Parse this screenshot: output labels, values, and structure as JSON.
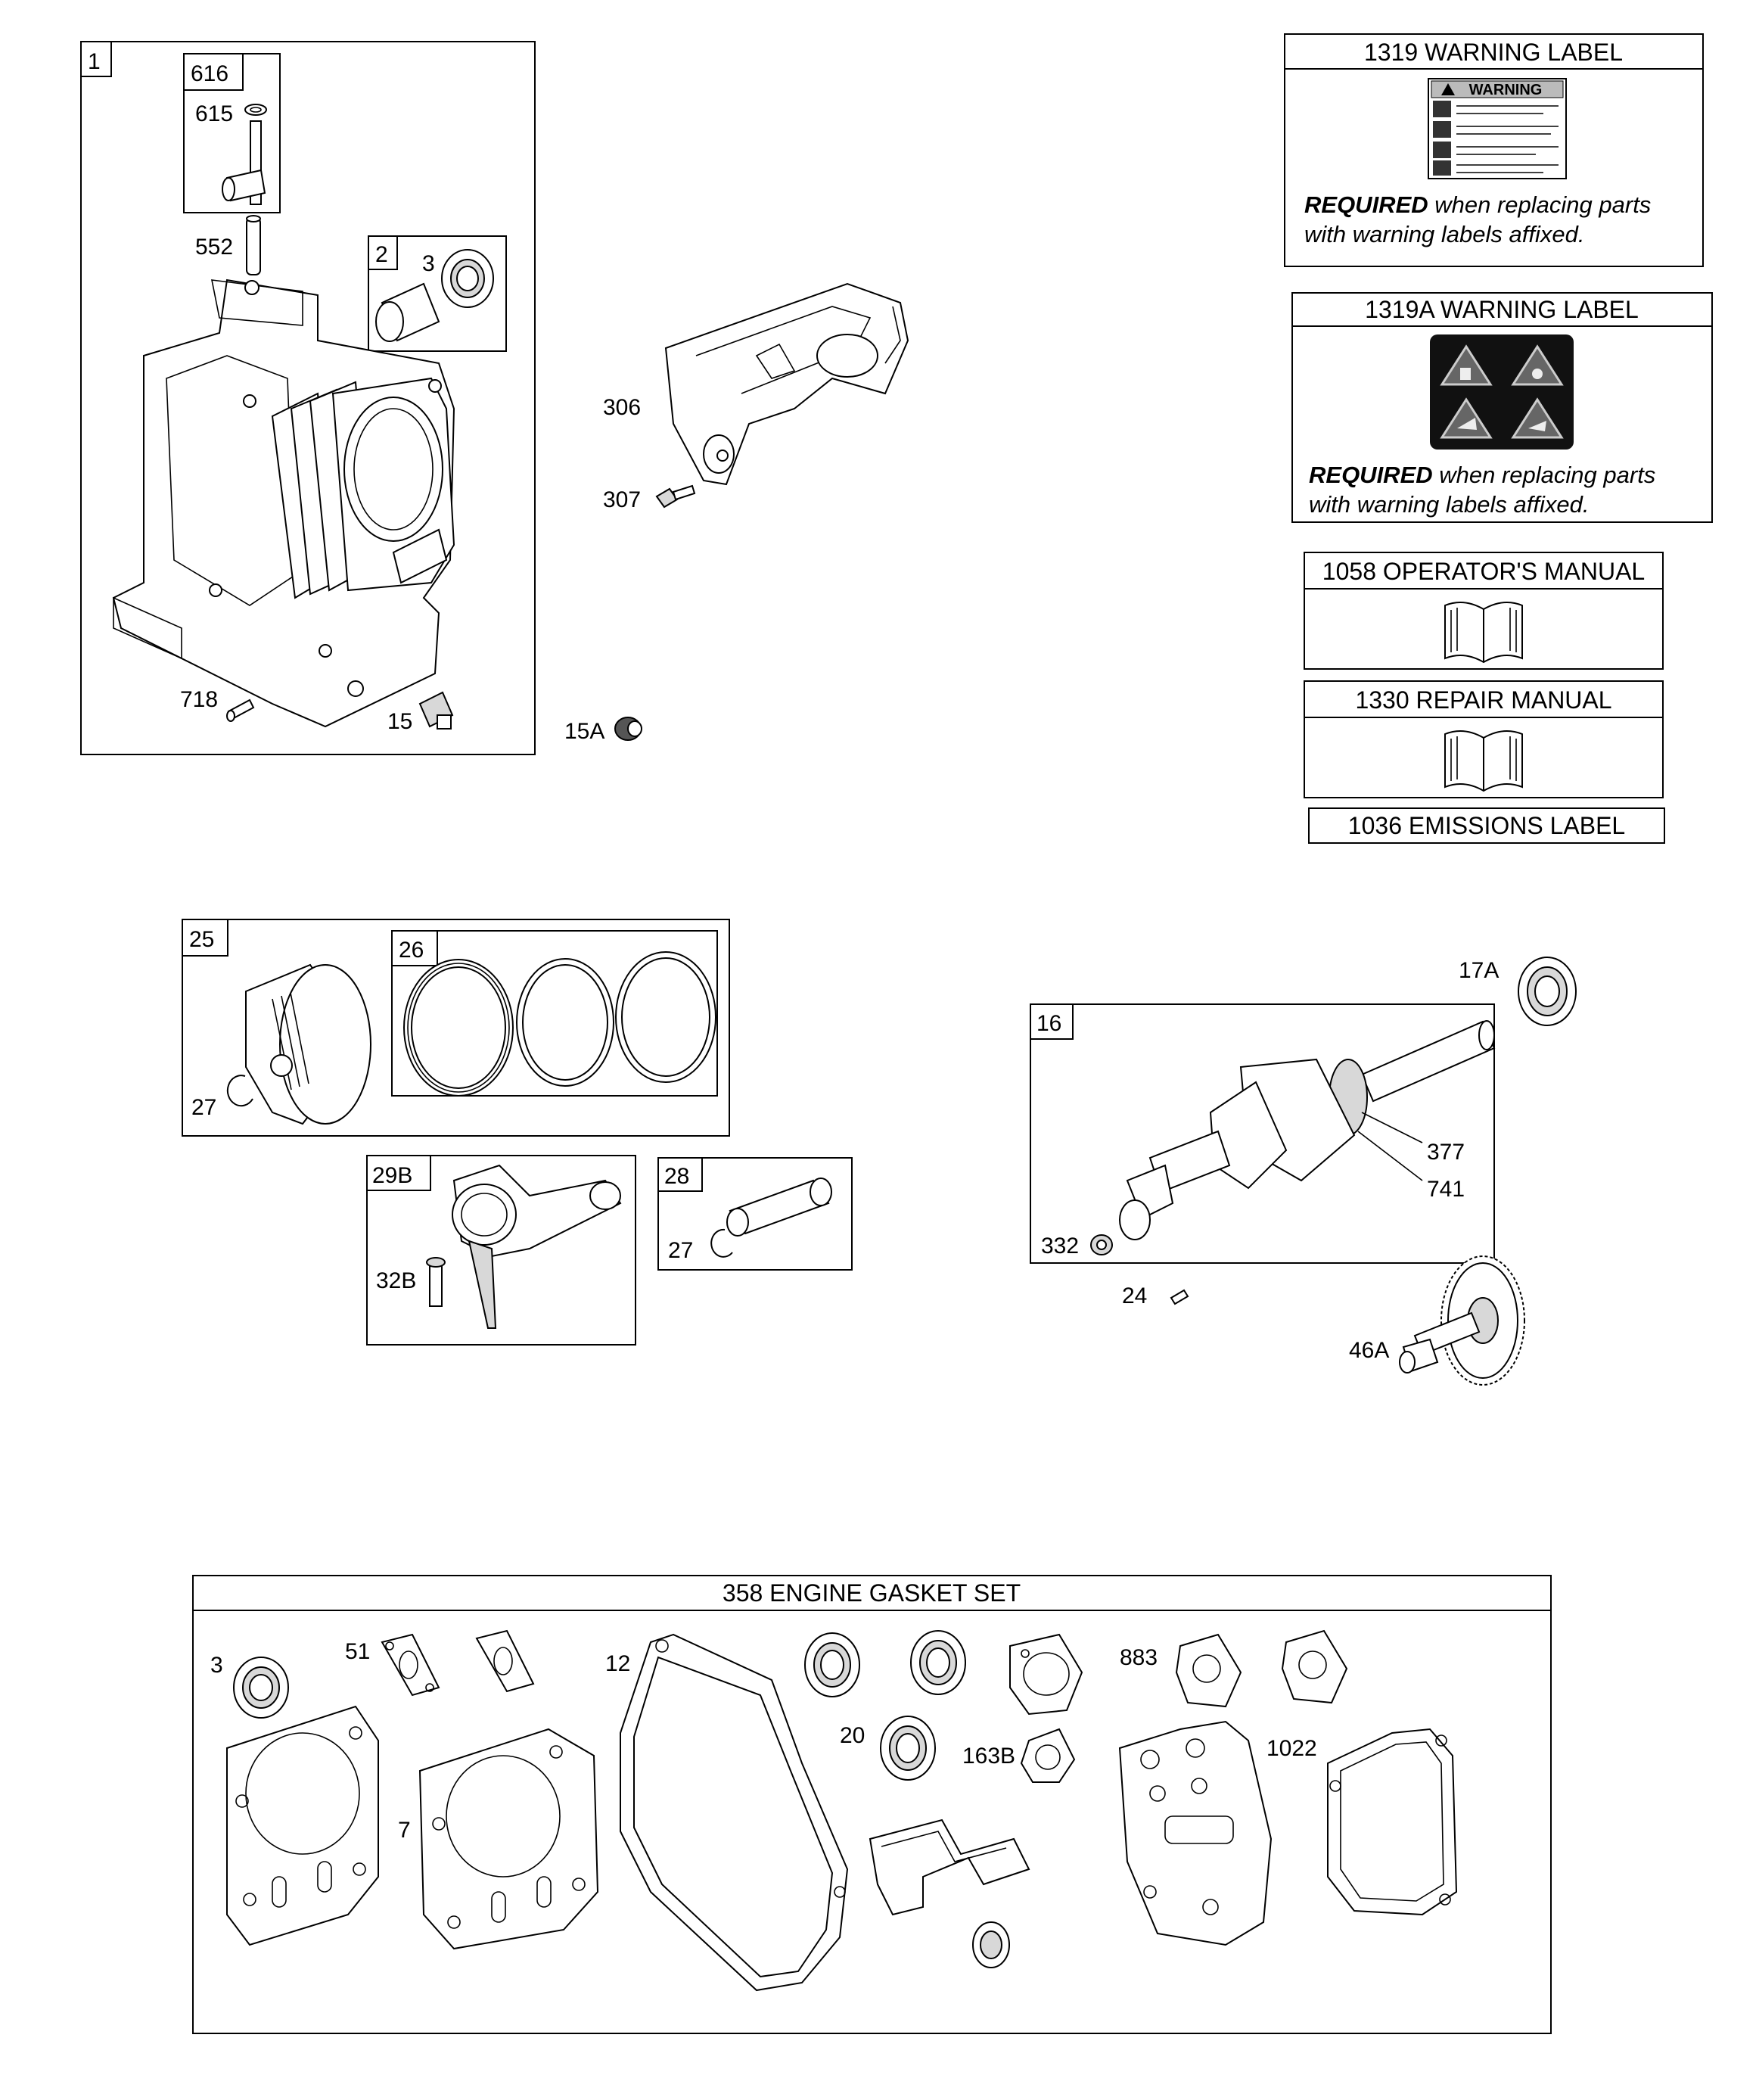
{
  "boxes": {
    "b1": "1",
    "b616": "616",
    "b2": "2",
    "b25": "25",
    "b26": "26",
    "b29b": "29B",
    "b28": "28",
    "b16": "16"
  },
  "labels": {
    "l615": "615",
    "l552": "552",
    "l3a": "3",
    "l718": "718",
    "l15": "15",
    "l15a": "15A",
    "l306": "306",
    "l307": "307",
    "l27a": "27",
    "l27b": "27",
    "l32b": "32B",
    "l17a": "17A",
    "l377": "377",
    "l741": "741",
    "l332": "332",
    "l24": "24",
    "l46a": "46A",
    "g3": "3",
    "g51": "51",
    "g12": "12",
    "g20": "20",
    "g163b": "163B",
    "g883": "883",
    "g1022": "1022",
    "g7": "7"
  },
  "panels": {
    "warn1319": {
      "title": "1319 WARNING LABEL",
      "badge": "WARNING",
      "req_bold": "REQUIRED",
      "req_rest": " when replacing parts",
      "req_line2": "with warning labels affixed."
    },
    "warn1319a": {
      "title": "1319A WARNING LABEL",
      "req_bold": "REQUIRED",
      "req_rest": " when replacing parts",
      "req_line2": "with warning labels affixed."
    },
    "manual1058": {
      "title": "1058 OPERATOR'S MANUAL"
    },
    "manual1330": {
      "title": "1330 REPAIR MANUAL"
    },
    "emis1036": {
      "title": "1036 EMISSIONS LABEL"
    },
    "gasket358": {
      "title": "358 ENGINE GASKET SET"
    }
  }
}
